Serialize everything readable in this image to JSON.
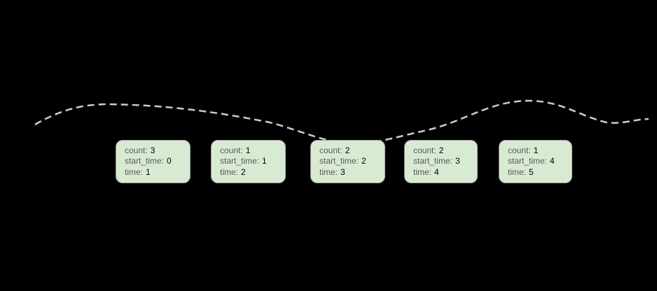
{
  "diagram": {
    "description": "Sliding window aggregation diagram: dashed rate curve above five window result cards",
    "labels": {
      "count": "count:",
      "start_time": "start_time:",
      "time": "time:"
    },
    "windows": [
      {
        "count": "3",
        "start_time": "0",
        "time": "1"
      },
      {
        "count": "1",
        "start_time": "1",
        "time": "2"
      },
      {
        "count": "2",
        "start_time": "2",
        "time": "3"
      },
      {
        "count": "2",
        "start_time": "3",
        "time": "4"
      },
      {
        "count": "1",
        "start_time": "4",
        "time": "5"
      }
    ],
    "colors": {
      "background": "#000000",
      "box_fill": "#d9ead3",
      "box_border": "#9e9e9e",
      "label_text": "#595959",
      "value_text": "#000000",
      "curve": "#cccccc"
    }
  }
}
